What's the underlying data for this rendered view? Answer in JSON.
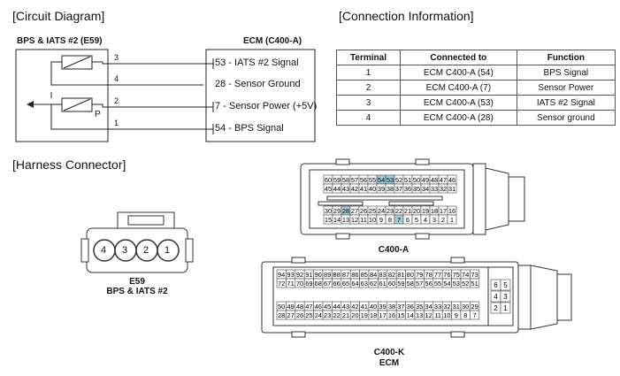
{
  "headers": {
    "circuit": "[Circuit Diagram]",
    "connection": "[Connection Information]",
    "harness": "[Harness Connector]"
  },
  "circuit": {
    "sensor_label": "BPS & IATS #2 (E59)",
    "ecm_label": "ECM (C400-A)",
    "p_label": "P",
    "wires": [
      {
        "sensor_pin": "3",
        "ecm_pin": "53",
        "ecm_text": "53 - IATS #2 Signal"
      },
      {
        "sensor_pin": "4",
        "ecm_pin": "28",
        "ecm_text": "28 - Sensor Ground"
      },
      {
        "sensor_pin": "2",
        "ecm_pin": "7",
        "ecm_text": "7 - Sensor Power (+5V)"
      },
      {
        "sensor_pin": "1",
        "ecm_pin": "54",
        "ecm_text": "54 - BPS Signal"
      }
    ]
  },
  "table": {
    "headers": [
      "Terminal",
      "Connected to",
      "Function"
    ],
    "rows": [
      [
        "1",
        "ECM C400-A (54)",
        "BPS Signal"
      ],
      [
        "2",
        "ECM C400-A (7)",
        "Sensor Power"
      ],
      [
        "3",
        "ECM C400-A (53)",
        "IATS #2 Signal"
      ],
      [
        "4",
        "ECM C400-A (28)",
        "Sensor ground"
      ]
    ]
  },
  "connectors": {
    "e59": {
      "pins": [
        "4",
        "3",
        "2",
        "1"
      ],
      "name": "E59",
      "desc": "BPS & IATS #2"
    },
    "c400a": {
      "name": "C400-A",
      "row1": [
        "60",
        "59",
        "58",
        "57",
        "56",
        "55",
        "54",
        "53",
        "52",
        "51",
        "50",
        "49",
        "48",
        "47",
        "46"
      ],
      "row2": [
        "45",
        "44",
        "43",
        "42",
        "41",
        "40",
        "39",
        "38",
        "37",
        "36",
        "35",
        "34",
        "33",
        "32",
        "31"
      ],
      "row3": [
        "30",
        "29",
        "28",
        "27",
        "26",
        "25",
        "24",
        "23",
        "22",
        "21",
        "20",
        "19",
        "18",
        "17",
        "16"
      ],
      "row4": [
        "15",
        "14",
        "13",
        "12",
        "11",
        "10",
        "9",
        "8",
        "7",
        "6",
        "5",
        "4",
        "3",
        "2",
        "1"
      ],
      "highlight": [
        "54",
        "53",
        "28",
        "7"
      ],
      "highlight_color": "#9fcfd6"
    },
    "c400k": {
      "name": "C400-K",
      "desc": "ECM",
      "row1": [
        "94",
        "93",
        "92",
        "91",
        "90",
        "89",
        "88",
        "87",
        "86",
        "85",
        "84",
        "83",
        "82",
        "81",
        "80",
        "79",
        "78",
        "77",
        "76",
        "75",
        "74",
        "73"
      ],
      "row2": [
        "72",
        "71",
        "70",
        "69",
        "68",
        "67",
        "66",
        "65",
        "64",
        "63",
        "62",
        "61",
        "60",
        "59",
        "58",
        "57",
        "56",
        "55",
        "54",
        "53",
        "52",
        "51"
      ],
      "row3": [
        "50",
        "49",
        "48",
        "47",
        "46",
        "45",
        "44",
        "43",
        "42",
        "41",
        "40",
        "39",
        "38",
        "37",
        "36",
        "35",
        "34",
        "33",
        "32",
        "31",
        "30",
        "29"
      ],
      "row4": [
        "28",
        "27",
        "26",
        "25",
        "24",
        "23",
        "22",
        "21",
        "20",
        "19",
        "18",
        "17",
        "16",
        "15",
        "14",
        "13",
        "12",
        "11",
        "10",
        "9",
        "8",
        "7"
      ],
      "side": [
        [
          "6",
          "5"
        ],
        [
          "4",
          "3"
        ],
        [
          "2",
          "1"
        ]
      ]
    }
  }
}
